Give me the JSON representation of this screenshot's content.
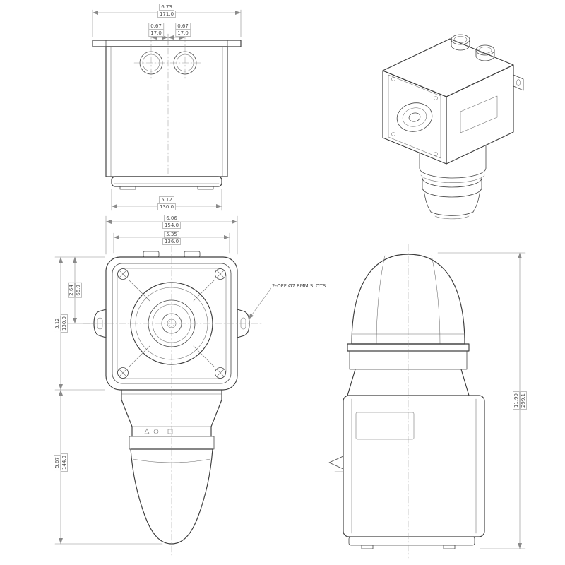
{
  "drawing": {
    "type": "dimensioned engineering drawing, sounder-beacon unit, four views",
    "colors": {
      "outline": "#3d3d3d",
      "dimension": "#8a8a8a",
      "text": "#4a4a4a",
      "background": "#ffffff"
    },
    "views": {
      "front": {
        "dim_overall_width": {
          "in": "6.73",
          "mm": "171.0"
        },
        "dim_gland_left": {
          "in": "0.67",
          "mm": "17.0"
        },
        "dim_gland_right": {
          "in": "0.67",
          "mm": "17.0"
        },
        "dim_body_width": {
          "in": "5.12",
          "mm": "130.0"
        }
      },
      "bottom": {
        "dim_overall_width": {
          "in": "6.06",
          "mm": "154.0"
        },
        "dim_inner_width": {
          "in": "5.35",
          "mm": "136.0"
        },
        "dim_slot_offset": {
          "in": "2.64",
          "mm": "66.9"
        },
        "dim_body_height": {
          "in": "5.12",
          "mm": "130.0"
        },
        "dim_horn_height": {
          "in": "5.67",
          "mm": "144.0"
        },
        "note_slots": "2-OFF Ø7.8MM SLOTS"
      },
      "side": {
        "dim_overall_height": {
          "in": "11.99",
          "mm": "299.1"
        }
      }
    }
  }
}
